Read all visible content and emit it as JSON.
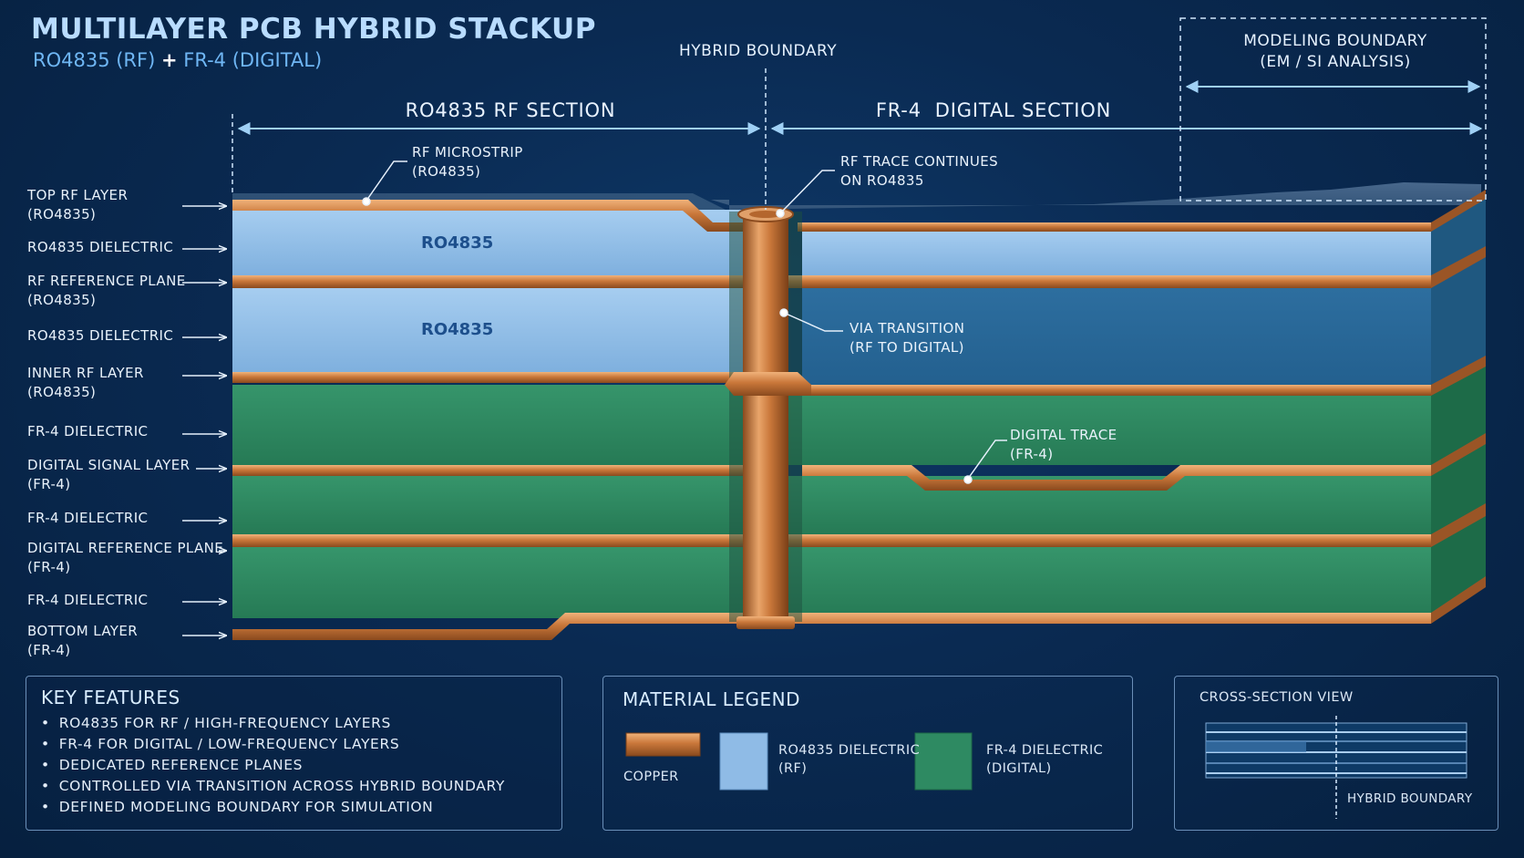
{
  "title": "MULTILAYER PCB HYBRID STACKUP",
  "subtitle": {
    "part1": "RO4835 (RF)",
    "plus": "+",
    "part2": "FR-4 (DIGITAL)"
  },
  "headers": {
    "hybrid_boundary": "HYBRID BOUNDARY",
    "modeling_boundary_line1": "MODELING BOUNDARY",
    "modeling_boundary_line2": "(EM / SI ANALYSIS)",
    "rf_section": "RO4835 RF SECTION",
    "digital_section": "FR-4  DIGITAL SECTION"
  },
  "layer_labels": [
    {
      "line1": "TOP RF LAYER",
      "line2": "(RO4835)"
    },
    {
      "line1": "RO4835 DIELECTRIC",
      "line2": ""
    },
    {
      "line1": "RF REFERENCE PLANE",
      "line2": "(RO4835)"
    },
    {
      "line1": "RO4835 DIELECTRIC",
      "line2": ""
    },
    {
      "line1": "INNER RF LAYER",
      "line2": "(RO4835)"
    },
    {
      "line1": "FR-4 DIELECTRIC",
      "line2": ""
    },
    {
      "line1": "DIGITAL SIGNAL LAYER",
      "line2": "(FR-4)"
    },
    {
      "line1": "FR-4 DIELECTRIC",
      "line2": ""
    },
    {
      "line1": "DIGITAL REFERENCE PLANE",
      "line2": "(FR-4)"
    },
    {
      "line1": "FR-4 DIELECTRIC",
      "line2": ""
    },
    {
      "line1": "BOTTOM LAYER",
      "line2": "(FR-4)"
    }
  ],
  "callouts": {
    "rf_microstrip": {
      "line1": "RF MICROSTRIP",
      "line2": "(RO4835)"
    },
    "rf_trace": {
      "line1": "RF TRACE CONTINUES",
      "line2": "ON RO4835"
    },
    "via_transition": {
      "line1": "VIA TRANSITION",
      "line2": "(RF TO DIGITAL)"
    },
    "digital_trace": {
      "line1": "DIGITAL TRACE",
      "line2": "(FR-4)"
    }
  },
  "material_tags": {
    "ro_upper": "RO4835",
    "ro_lower": "RO4835"
  },
  "key_features": {
    "title": "KEY FEATURES",
    "items": [
      "RO4835 FOR RF / HIGH-FREQUENCY LAYERS",
      "FR-4 FOR DIGITAL / LOW-FREQUENCY LAYERS",
      "DEDICATED REFERENCE PLANES",
      "CONTROLLED VIA TRANSITION ACROSS HYBRID BOUNDARY",
      "DEFINED MODELING BOUNDARY FOR SIMULATION"
    ]
  },
  "legend": {
    "title": "MATERIAL LEGEND",
    "copper": "COPPER",
    "ro_line1": "RO4835 DIELECTRIC",
    "ro_line2": "(RF)",
    "fr4_line1": "FR-4 DIELECTRIC",
    "fr4_line2": "(DIGITAL)"
  },
  "cross_section": {
    "title": "CROSS-SECTION VIEW",
    "boundary": "HYBRID BOUNDARY"
  },
  "colors": {
    "copper": "#c9773a",
    "ro4835": "#8fbbe6",
    "ro4835_dark": "#2f6f9e",
    "fr4": "#2e8a62",
    "background": "#0a2a52",
    "accent": "#6fb6f4"
  }
}
